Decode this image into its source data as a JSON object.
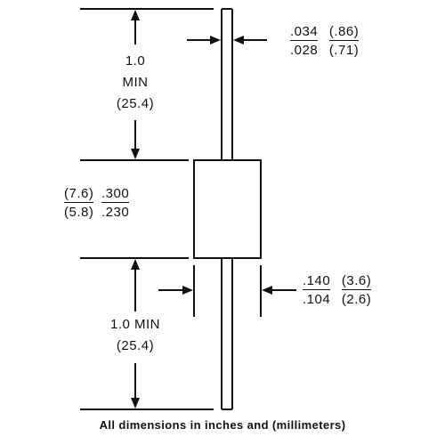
{
  "lead_length_top": {
    "line1": "1.0",
    "line2": "MIN",
    "line3": "(25.4)"
  },
  "lead_diameter": {
    "inch_max": ".034",
    "mm_max": "(.86)",
    "inch_min": ".028",
    "mm_min": "(.71)"
  },
  "body_length": {
    "mm_max": "(7.6)",
    "inch_max": ".300",
    "mm_min": "(5.8)",
    "inch_min": ".230"
  },
  "body_diameter": {
    "inch_max": ".140",
    "mm_max": "(3.6)",
    "inch_min": ".104",
    "mm_min": "(2.6)"
  },
  "lead_length_bottom": {
    "line1": "1.0 MIN",
    "line2": "(25.4)"
  },
  "footer": "All dimensions in inches and (millimeters)"
}
